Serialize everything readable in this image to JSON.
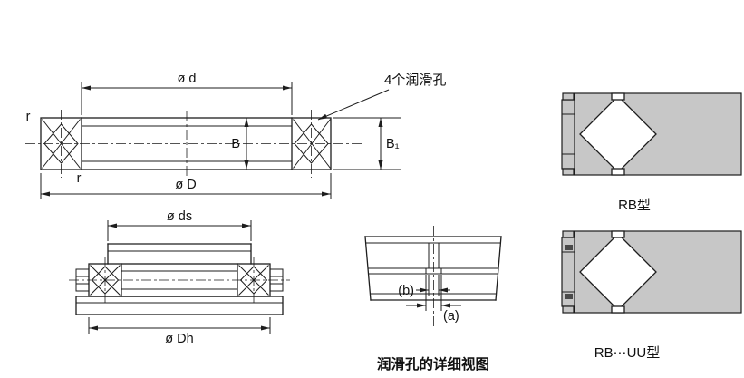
{
  "colors": {
    "line": "#1d1d1d",
    "section_fill": "#c7c7c7",
    "background": "#ffffff"
  },
  "main_view": {
    "dim_bore_label": "ø d",
    "dim_outer_label": "ø D",
    "dim_width_label": "B",
    "dim_outer_width_label": "B₁",
    "fillet_label_top": "r",
    "fillet_label_bottom": "r",
    "lube_holes_callout": "4个润滑孔"
  },
  "mounting_view": {
    "dim_shaft_seat_label": "ø ds",
    "dim_housing_seat_label": "ø Dh"
  },
  "lube_hole_detail": {
    "dim_b_label": "(b)",
    "dim_a_label": "(a)",
    "caption": "润滑孔的详细视图"
  },
  "type_labels": {
    "rb": "RB型",
    "rb_uu": "RB⋯UU型"
  }
}
